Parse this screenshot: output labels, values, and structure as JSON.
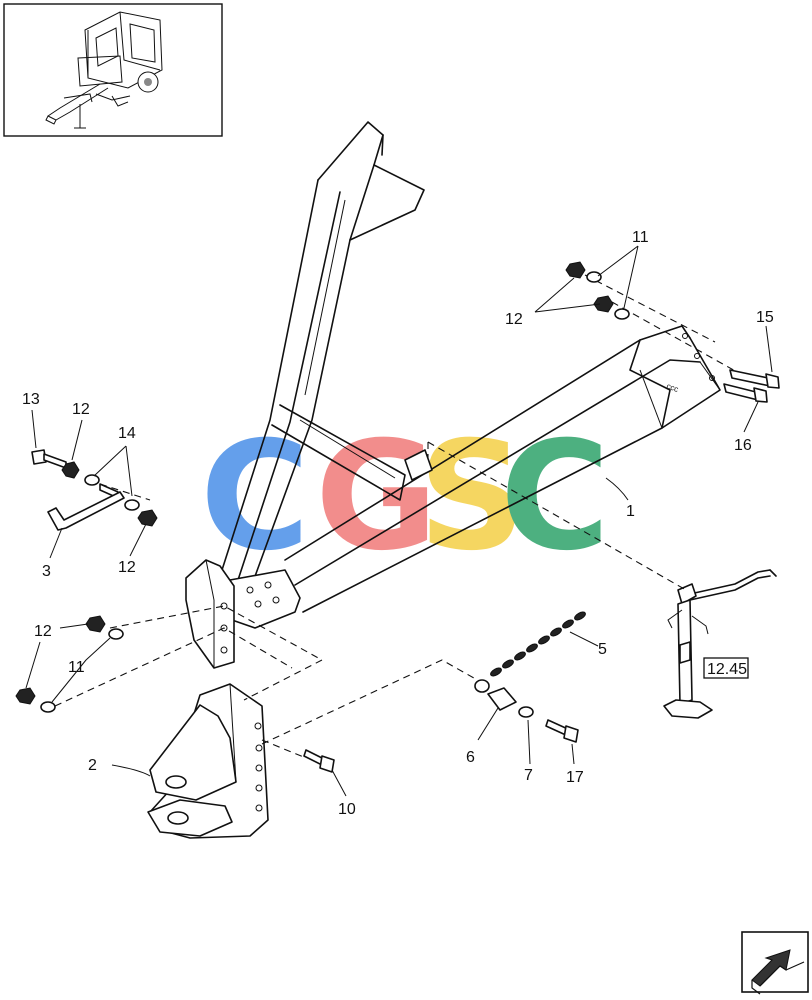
{
  "callouts": [
    {
      "id": "1",
      "text": "1"
    },
    {
      "id": "2",
      "text": "2"
    },
    {
      "id": "3",
      "text": "3"
    },
    {
      "id": "5",
      "text": "5"
    },
    {
      "id": "6",
      "text": "6"
    },
    {
      "id": "7",
      "text": "7"
    },
    {
      "id": "10",
      "text": "10"
    },
    {
      "id": "11a",
      "text": "11"
    },
    {
      "id": "11b",
      "text": "11"
    },
    {
      "id": "12a",
      "text": "12"
    },
    {
      "id": "12b",
      "text": "12"
    },
    {
      "id": "12c",
      "text": "12"
    },
    {
      "id": "12d",
      "text": "12"
    },
    {
      "id": "13",
      "text": "13"
    },
    {
      "id": "14",
      "text": "14"
    },
    {
      "id": "15",
      "text": "15"
    },
    {
      "id": "16",
      "text": "16"
    },
    {
      "id": "17",
      "text": "17"
    }
  ],
  "reference_box": "12.45",
  "frame_marking": "ccc",
  "watermark": {
    "letters": [
      "C",
      "G",
      "S",
      "C"
    ],
    "colors": [
      "#4a8fe8",
      "#f07a78",
      "#f4d046",
      "#2fa36b"
    ]
  }
}
